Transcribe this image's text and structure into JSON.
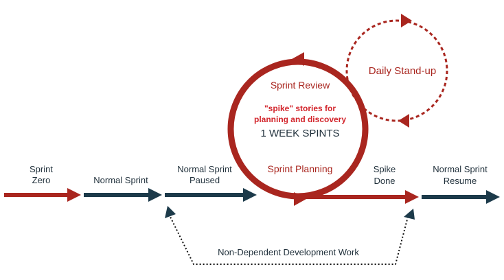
{
  "colors": {
    "red": "#a9261f",
    "navy": "#1c3a4a",
    "spike_red": "#d2232a",
    "text": "#1f2f3a"
  },
  "labels": {
    "sprint_zero": [
      "Sprint",
      "Zero"
    ],
    "normal_sprint": "Normal Sprint",
    "normal_sprint_paused": [
      "Normal Sprint",
      "Paused"
    ],
    "spike_done": [
      "Spike",
      "Done"
    ],
    "normal_sprint_resume": [
      "Normal Sprint",
      "Resume"
    ],
    "sprint_review": "Sprint Review",
    "spike_stories": [
      "\"spike\" stories for",
      "planning and discovery"
    ],
    "week_sprints": "1 WEEK SPINTS",
    "sprint_planning": "Sprint Planning",
    "daily_standup": "Daily Stand-up",
    "non_dependent": "Non-Dependent Development Work"
  }
}
